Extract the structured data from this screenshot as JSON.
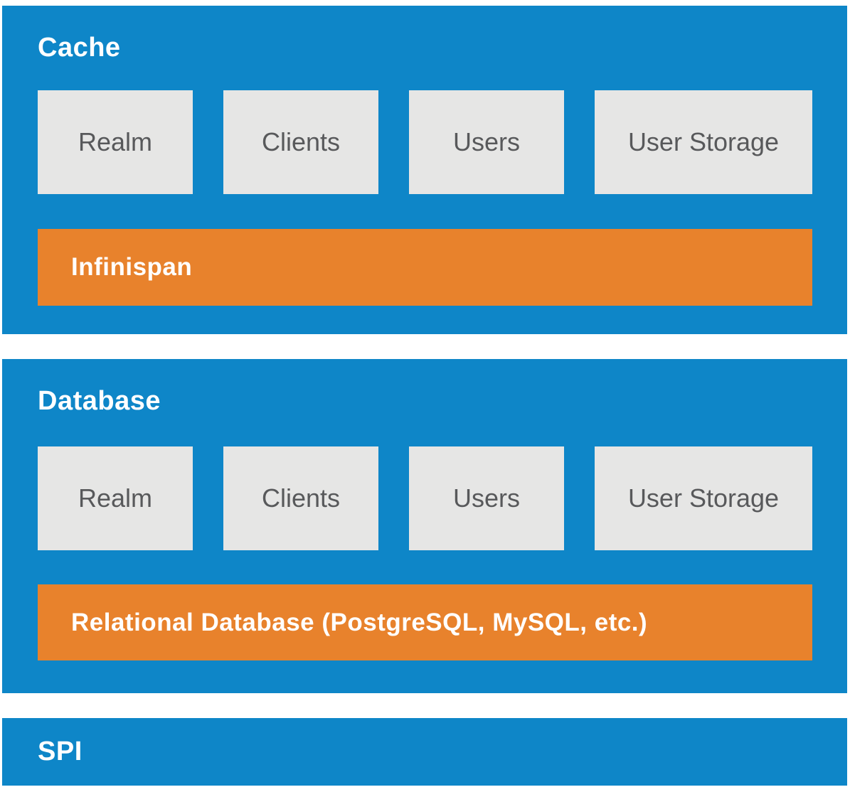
{
  "diagram": {
    "type": "layered-architecture-diagram",
    "colors": {
      "section_background": "#0E86C8",
      "bar_background": "#E8822C",
      "box_background": "#E6E6E5",
      "box_text": "#58595B",
      "title_text": "#FFFFFF"
    },
    "sections": [
      {
        "title": "Cache",
        "boxes": [
          "Realm",
          "Clients",
          "Users",
          "User Storage"
        ],
        "bar_label": "Infinispan"
      },
      {
        "title": "Database",
        "boxes": [
          "Realm",
          "Clients",
          "Users",
          "User Storage"
        ],
        "bar_label": "Relational Database (PostgreSQL, MySQL, etc.)"
      },
      {
        "title": "SPI"
      }
    ]
  }
}
